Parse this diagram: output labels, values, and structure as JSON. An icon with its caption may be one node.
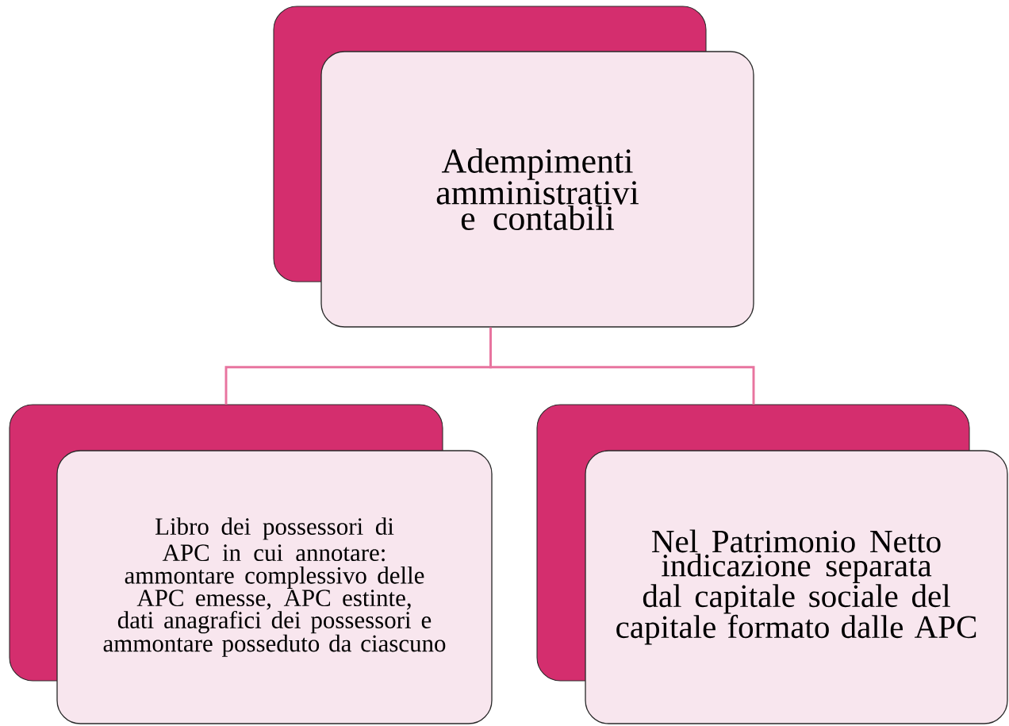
{
  "diagram": {
    "nodes": [
      {
        "text": [
          "Adempimenti amministrativi e contabili"
        ]
      },
      {
        "text": [
          "Libro dei possessori di APC in cui annotare:",
          "ammontare complessivo delle APC emesse, APC estinte, dati anagrafici dei possessori e ammontare posseduto da ciascuno"
        ]
      },
      {
        "text": [
          "Nel Patrimonio Netto indicazione separata dal capitale sociale del capitale formato dalle APC"
        ]
      }
    ],
    "edges": [
      {
        "from": 0,
        "to": 1,
        "arrow": "none"
      },
      {
        "from": 0,
        "to": 2,
        "arrow": "none"
      }
    ]
  }
}
